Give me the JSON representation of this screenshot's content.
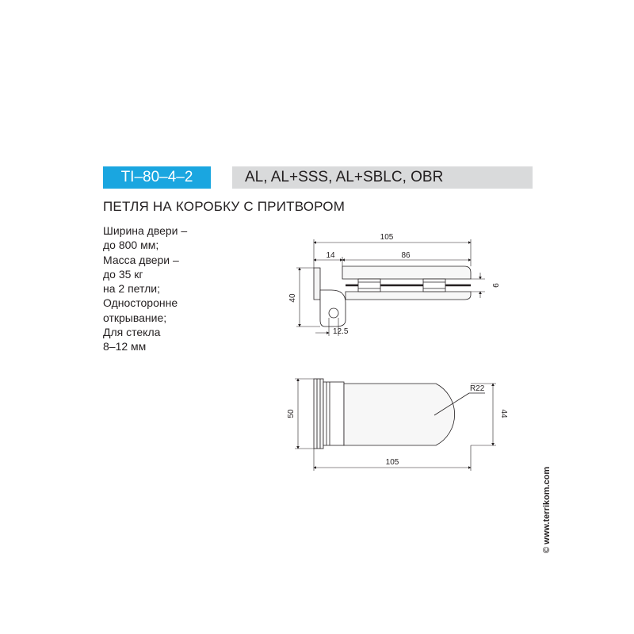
{
  "header": {
    "code": "TI–80–4–2",
    "finishes": "AL, AL+SSS, AL+SBLC, OBR"
  },
  "product": {
    "title": "ПЕТЛЯ НА КОРОБКУ С ПРИТВОРОМ",
    "specs": [
      "Ширина двери –",
      "до 800 мм;",
      "Масса двери –",
      "до 35 кг",
      "на 2 петли;",
      "Односторонне",
      "открывание;",
      "Для стекла",
      "8–12 мм"
    ]
  },
  "side_view": {
    "dim_total_length": "105",
    "dim_left_offset": "14",
    "dim_plate_length": "86",
    "dim_height": "40",
    "dim_glass_gap": "9",
    "dim_pin_diameter": "12.5"
  },
  "top_view": {
    "dim_width": "50",
    "dim_plate_width": "44",
    "dim_radius": "R22",
    "dim_total_length": "105"
  },
  "copyright": "© www.terrikom.com"
}
